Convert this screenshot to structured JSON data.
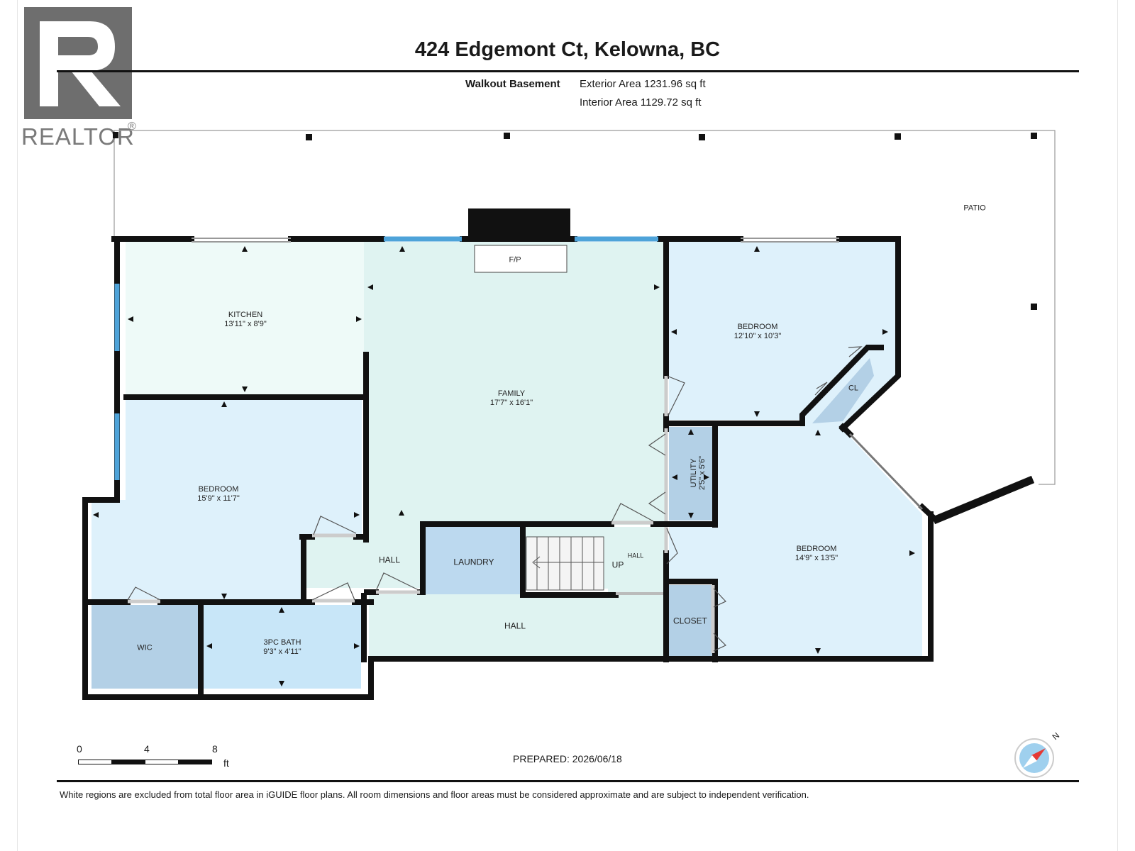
{
  "header": {
    "title": "424 Edgemont Ct, Kelowna, BC",
    "level": "Walkout Basement",
    "exterior_area": "Exterior Area 1231.96 sq ft",
    "interior_area": "Interior Area 1129.72 sq ft"
  },
  "logo": {
    "text": "REALTOR",
    "mark": "®"
  },
  "rooms": {
    "patio": "PATIO",
    "fireplace": "F/P",
    "kitchen": {
      "name": "KITCHEN",
      "dims": "13'11\" x 8'9\""
    },
    "family": {
      "name": "FAMILY",
      "dims": "17'7\" x 16'1\""
    },
    "bedroom_ne": {
      "name": "BEDROOM",
      "dims": "12'10\" x 10'3\""
    },
    "closet_cl": "CL",
    "bedroom_w": {
      "name": "BEDROOM",
      "dims": "15'9\" x 11'7\""
    },
    "utility": {
      "name": "UTILITY",
      "dims": "2'5\" x 5'6\""
    },
    "bedroom_se": {
      "name": "BEDROOM",
      "dims": "14'9\" x 13'5\""
    },
    "hall_1": "HALL",
    "laundry": "LAUNDRY",
    "stairs_up": "UP",
    "hall_2": "HALL",
    "hall_3": "HALL",
    "closet": "CLOSET",
    "wic": "WIC",
    "bath": {
      "name": "3PC BATH",
      "dims": "9'3\" x 4'11\""
    }
  },
  "scale": {
    "ticks": [
      "0",
      "4",
      "8"
    ],
    "unit": "ft"
  },
  "prepared": "PREPARED: 2026/06/18",
  "compass": {
    "label": "N",
    "icon": "compass-icon"
  },
  "footer": "White regions are excluded from total floor area in iGUIDE floor plans. All room dimensions and floor areas must be considered approximate and are subject to independent verification.",
  "colors": {
    "wall": "#111111",
    "window": "#4ea3d9",
    "family": "#dff3f1",
    "kitchen": "#eefaf8",
    "bedroom": "#def1fb",
    "laundry": "#bcd9ef",
    "closet": "#b3d0e6",
    "bath": "#c8e6f8"
  }
}
